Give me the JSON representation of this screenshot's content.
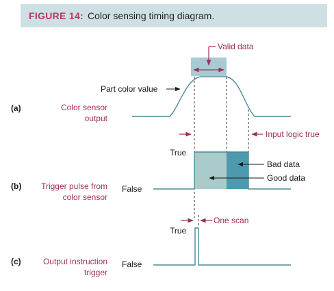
{
  "figure": {
    "label": "FIGURE 14:",
    "title": "Color sensing timing diagram."
  },
  "annotations": {
    "valid_data": "Valid data",
    "part_color_value": "Part color value",
    "input_logic_true": "Input logic true",
    "bad_data": "Bad data",
    "good_data": "Good data",
    "one_scan": "One scan"
  },
  "rows": [
    {
      "letter": "(a)",
      "label_lines": [
        "Color sensor",
        "output"
      ]
    },
    {
      "letter": "(b)",
      "label_lines": [
        "Trigger pulse from",
        "color sensor"
      ],
      "true_label": "True",
      "false_label": "False"
    },
    {
      "letter": "(c)",
      "label_lines": [
        "Output instruction",
        "trigger"
      ],
      "true_label": "True",
      "false_label": "False"
    }
  ],
  "colors": {
    "banner_bg": "#cfe0e5",
    "accent": "#9c2f5a",
    "signal_line": "#4a8a9c",
    "valid_box": "#a8cbd3",
    "good_fill": "#a9cbc9",
    "bad_fill": "#4d9aae"
  }
}
